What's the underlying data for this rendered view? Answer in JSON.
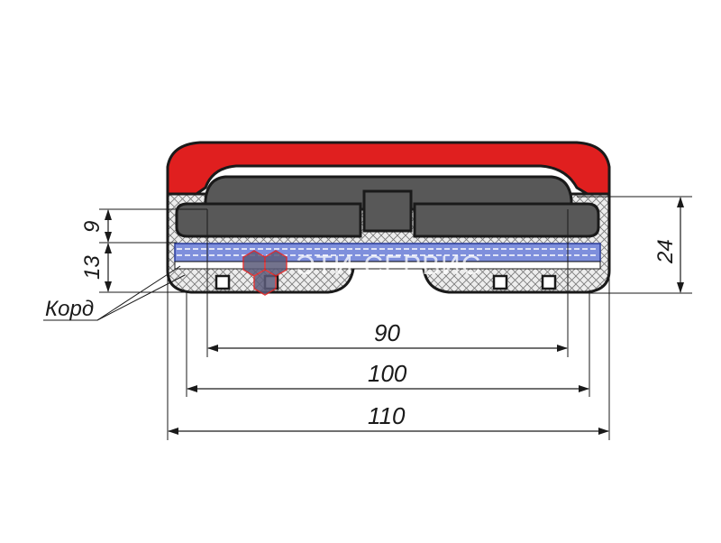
{
  "diagram": {
    "dimensions": {
      "width_90": "90",
      "width_100": "100",
      "width_110": "110",
      "height_24": "24",
      "height_9": "9",
      "height_13": "13"
    },
    "labels": {
      "cord": "Корд",
      "watermark": "ЭТИ-СЕРВИС"
    },
    "colors": {
      "cover": "#e01f1f",
      "core": "#555555",
      "cord": "#6b7fd6",
      "outline": "#1a1a1a",
      "fill_light": "#e6e6e6"
    }
  }
}
